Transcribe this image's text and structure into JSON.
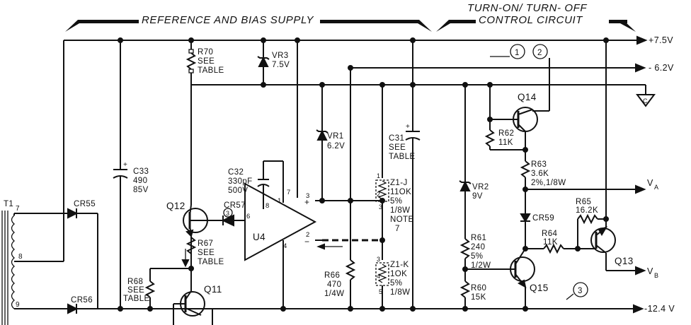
{
  "headers": {
    "reference": "REFERENCE AND BIAS SUPPLY",
    "turn_line1": "TURN-ON/ TURN- OFF",
    "turn_line2": "CONTROL CIRCUIT"
  },
  "rails": {
    "plus75": "+7.5V",
    "minus62": "- 6.2V",
    "minus124": "-12.4 V",
    "va": "V",
    "va_sub": "A",
    "vb": "V",
    "vb_sub": "B",
    "ground": "C"
  },
  "numbers": {
    "n1": "1",
    "n2": "2",
    "n3": "3",
    "pin3_label": "3"
  },
  "transformer": {
    "ref": "T1",
    "pin7": "7",
    "pin8": "8",
    "pin9": "9"
  },
  "components": {
    "r70": [
      "R70",
      "SEE",
      "TABLE"
    ],
    "vr3": [
      "VR3",
      "7.5V"
    ],
    "c33": [
      "C33",
      "490",
      "85V"
    ],
    "cr55": "CR55",
    "cr56": "CR56",
    "q12": "Q12",
    "q11": "Q11",
    "cr57": "CR57",
    "c32": [
      "C32",
      "330pF",
      "500V"
    ],
    "u4": "U4",
    "u4_pins": {
      "p1": "1",
      "p2": "2",
      "p3": "3",
      "p4": "4",
      "p6": "6",
      "p7": "7",
      "p8": "8"
    },
    "vr1": [
      "VR1",
      "6.2V"
    ],
    "c31": [
      "C31",
      "SEE",
      "TABLE"
    ],
    "z1j": [
      "Z1-J",
      "11OK",
      "5%",
      "1/8W",
      "NOTE",
      "7"
    ],
    "z1j_pins": {
      "p1": "1",
      "p2": "2",
      "p3": "3"
    },
    "z1k": [
      "Z1-K",
      "1OK",
      "5%",
      "1/8W"
    ],
    "z1k_pins": {
      "p3": "3",
      "p4": "4",
      "p5": "5"
    },
    "r66": [
      "R66",
      "470",
      "1/4W"
    ],
    "r67": [
      "R67",
      "SEE",
      "TABLE"
    ],
    "r68": [
      "R68",
      "SEE",
      "TABLE"
    ],
    "q14": "Q14",
    "r62": [
      "R62",
      "11K"
    ],
    "r63": [
      "R63",
      "3.6K",
      "2%,1/8W"
    ],
    "vr2": [
      "VR2",
      "9V"
    ],
    "cr59": "CR59",
    "r65": [
      "R65",
      "16.2K"
    ],
    "r64": [
      "R64",
      "11K"
    ],
    "q13": "Q13",
    "r61": [
      "R61",
      "240",
      "5%",
      "1/2W"
    ],
    "r60": [
      "R60",
      "15K"
    ],
    "q15": "Q15"
  }
}
